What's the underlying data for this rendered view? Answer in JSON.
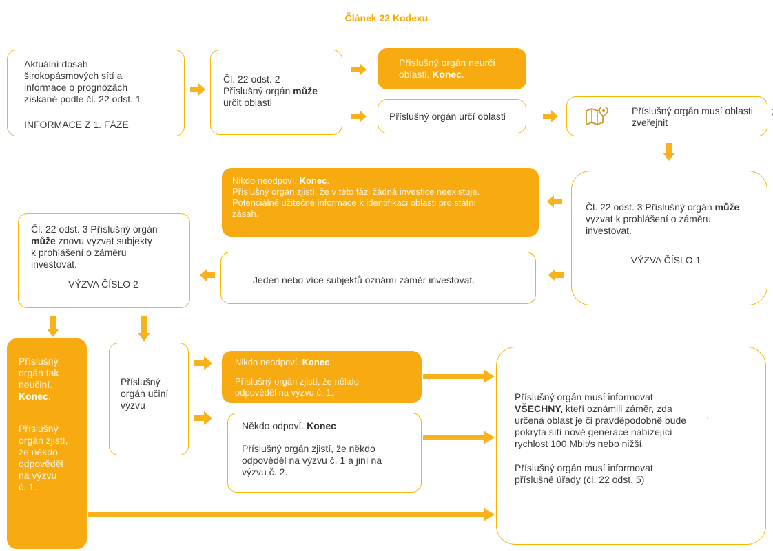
{
  "title": "Článek 22 Kodexu",
  "boxes": {
    "info_phase1": {
      "lines": [
        "Aktuální dosah",
        "širokopásmových sítí a",
        "informace o prognózách",
        "získané podle čl. 22 odst. 1"
      ],
      "footer": "INFORMACE Z 1. FÁZE"
    },
    "may_define": {
      "line1": "Čl. 22 odst. 2",
      "line2_pre": "Příslušný orgán ",
      "line2_bold": "může",
      "line3": "určit oblasti"
    },
    "not_define": {
      "line1": "Příslušný orgán neurčí",
      "line2_pre": "oblasti. ",
      "line2_bold": "Konec",
      "line2_post": "."
    },
    "define": {
      "text": "Příslušný orgán určí oblasti"
    },
    "publish": {
      "line1": "Příslušný orgán musí oblasti",
      "line2": "zveřejnit",
      "trail": ";",
      "icon": "map-pin-icon"
    },
    "nobody_1": {
      "line1_pre": "Nikdo neodpoví. ",
      "line1_bold": "Konec",
      "line1_post": ".",
      "lines": [
        "Příslušný orgán zjistí, že v této fázi žádná investice neexistuje.",
        "Potenciálně užitečné informace k identifikaci oblasti pro státní",
        "zásah."
      ]
    },
    "call_1": {
      "line1": "Čl. 22 odst. 3 Příslušný orgán ",
      "line1_bold": "může",
      "line2": "vyzvat k prohlášení o záměru",
      "line3": "investovat.",
      "footer": "VÝZVA ČÍSLO 1"
    },
    "announce": {
      "text": "Jeden nebo více subjektů oznámí záměr investovat."
    },
    "call_2": {
      "line1": "Čl. 22 odst. 3 Příslušný orgán",
      "line2_bold": "může",
      "line2_post": " znovu vyzvat subjekty",
      "line3": "k prohlášení o záměru",
      "line4": "investovat.",
      "footer": "VÝZVA ČÍSLO 2"
    },
    "not_do": {
      "lines_top": [
        "Příslušný",
        "orgán tak",
        "neučiní."
      ],
      "bold": "Konec",
      "bold_post": ".",
      "lines_bottom": [
        "Příslušný",
        "orgán zjistí,",
        "že někdo",
        "odpověděl",
        "na výzvu",
        "č. 1."
      ]
    },
    "does_call": {
      "lines": [
        "Příslušný",
        "orgán učiní",
        "výzvu"
      ]
    },
    "nobody_2": {
      "line1_pre": "Nikdo neodpoví. ",
      "line1_bold": "Konec",
      "line1_post": ".",
      "lines": [
        "Příslušný orgán zjistí, že někdo",
        "odpověděl na výzvu č. 1."
      ]
    },
    "somebody": {
      "line1_pre": "Někdo odpoví. ",
      "line1_bold": "Konec",
      "lines": [
        "Příslušný orgán zjistí, že někdo",
        "odpověděl na výzvu č. 1 a jiní na",
        "výzvu č. 2."
      ]
    },
    "inform": {
      "line1": "Příslušný orgán musí informovat",
      "line2_bold": "VŠECHNY,",
      "line2_post": " kteří oznámili záměr, zda",
      "lines": [
        "určená oblast je či pravděpodobně bude",
        "pokryta sítí nové generace nabízející",
        "rychlost 100 Mbit/s nebo nižší."
      ],
      "trail": "'",
      "lines2": [
        "Příslušný orgán musí informovat",
        "příslušné úřady (čl. 22 odst. 5)"
      ]
    }
  },
  "colors": {
    "accent": "#f5b700",
    "fill": "#f7ab10",
    "arrow": "#f7b21c"
  }
}
